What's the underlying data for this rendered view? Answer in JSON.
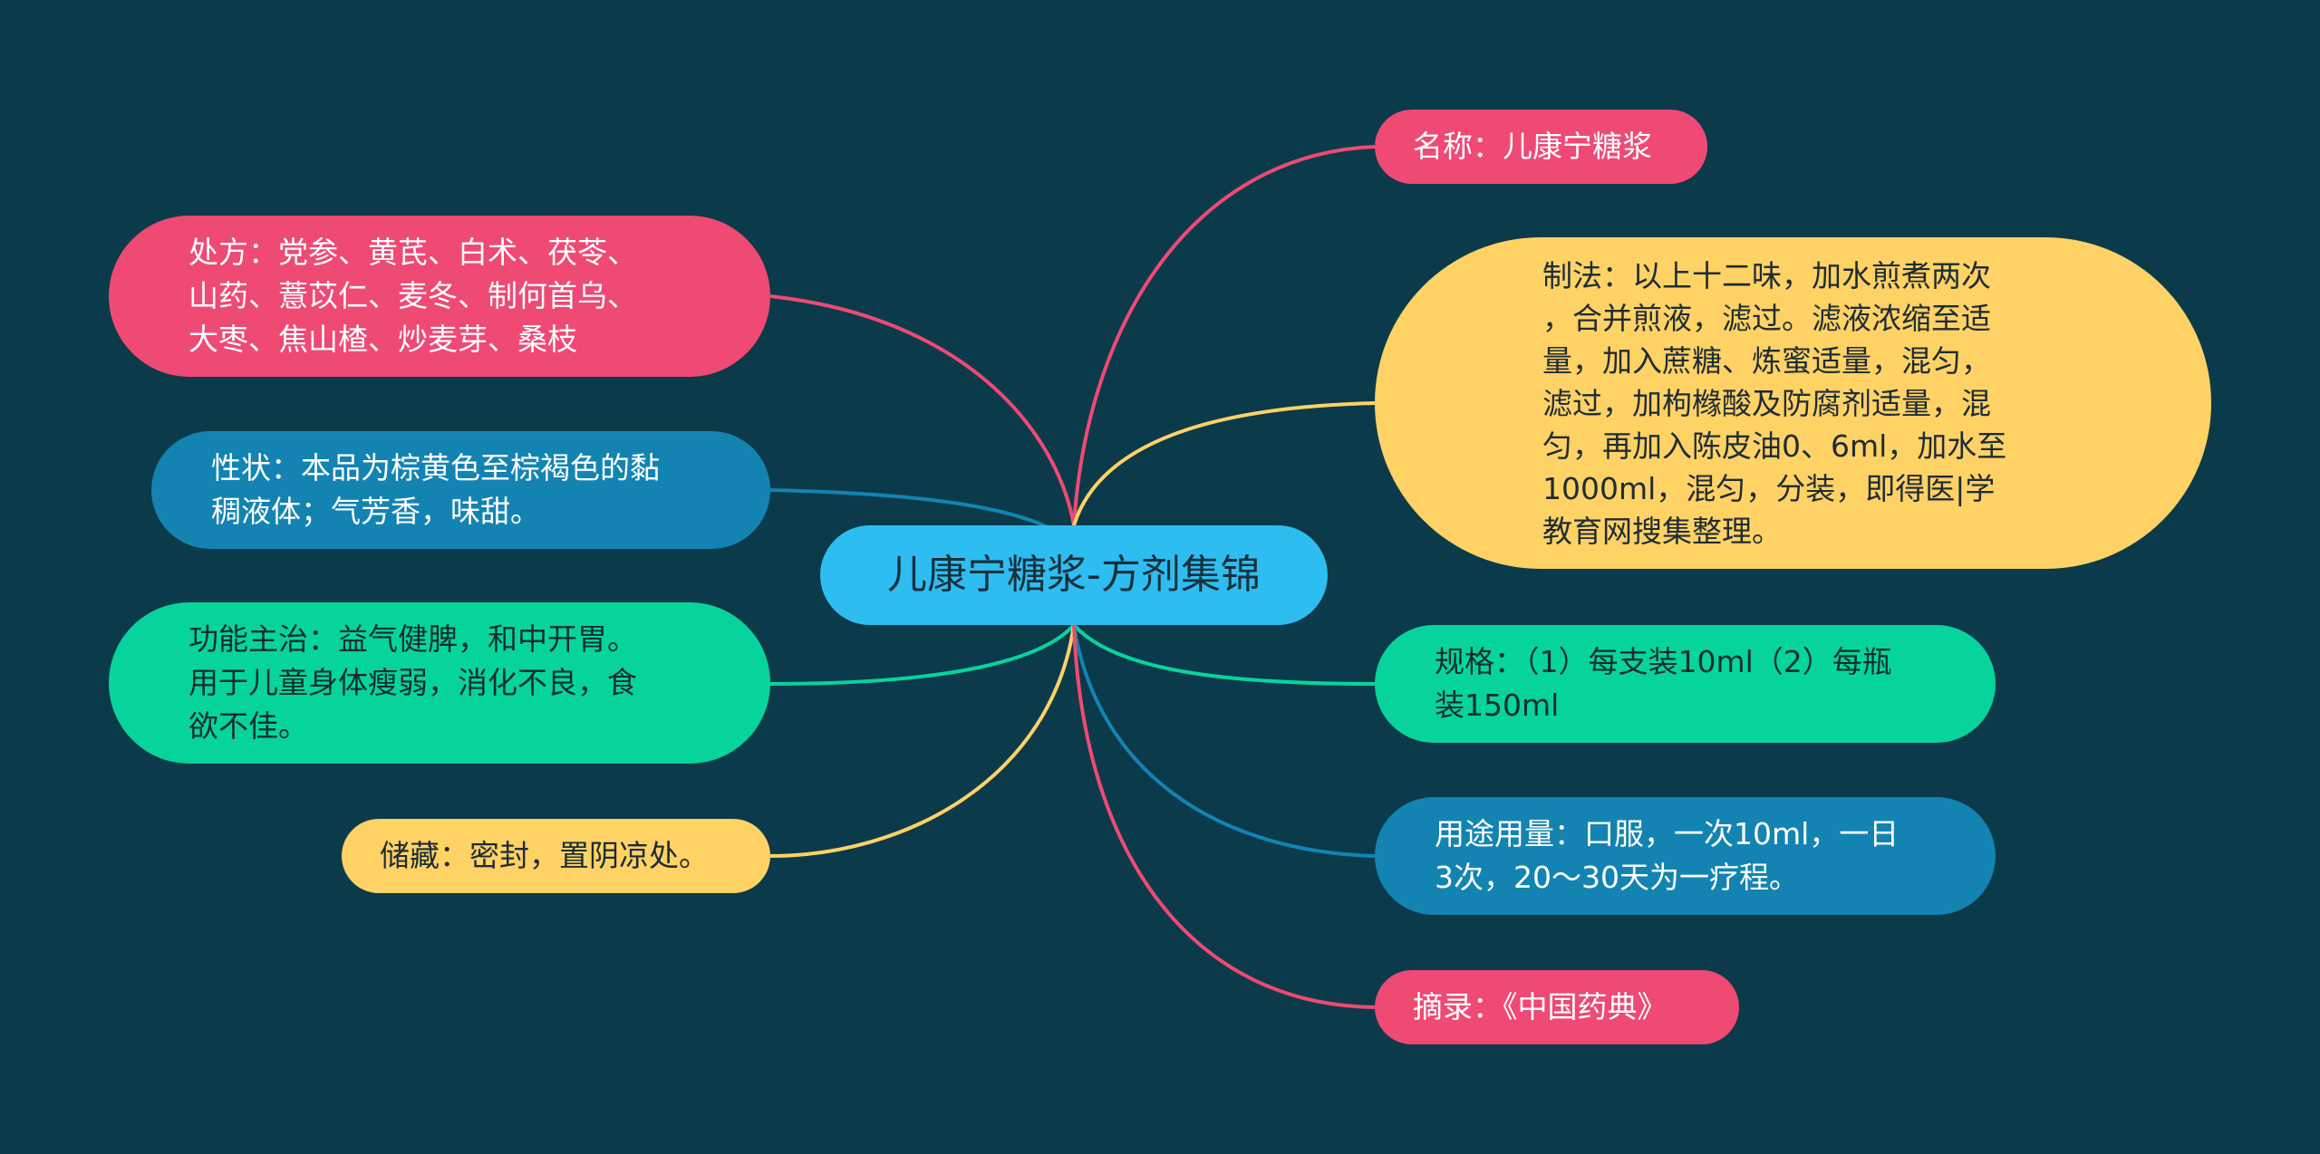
{
  "root": {
    "label": "儿康宁糖浆-方剂集锦"
  },
  "nodes": {
    "chufang": "处方：党参、黄芪、白术、茯苓、\n山药、薏苡仁、麦冬、制何首乌、\n大枣、焦山楂、炒麦芽、桑枝",
    "xingzhuang": "性状：本品为棕黄色至棕褐色的黏\n稠液体；气芳香，味甜。",
    "gongneng": "功能主治：益气健脾，和中开胃。\n用于儿童身体瘦弱，消化不良，食\n欲不佳。",
    "chucang": "储藏：密封，置阴凉处。",
    "mingcheng": "名称：儿康宁糖浆",
    "zhifa": "制法：以上十二味，加水煎煮两次\n，合并煎液，滤过。滤液浓缩至适\n量，加入蔗糖、炼蜜适量，混匀，\n滤过，加枸橼酸及防腐剂适量，混\n匀，再加入陈皮油0、6ml，加水至\n1000ml，混匀，分装，即得医|学\n教育网搜集整理。",
    "guige": "规格：（1）每支装10ml（2）每瓶\n装150ml",
    "yongtu": "用途用量：口服，一次10ml，一日\n3次，20～30天为一疗程。",
    "zhailu": "摘录：《中国药典》"
  },
  "colors": {
    "background": "#0b3a4b",
    "root": "#2ebdf0",
    "pink": "#ee4a74",
    "yellow": "#ffd266",
    "blue": "#1384b2",
    "green": "#07d49c"
  }
}
